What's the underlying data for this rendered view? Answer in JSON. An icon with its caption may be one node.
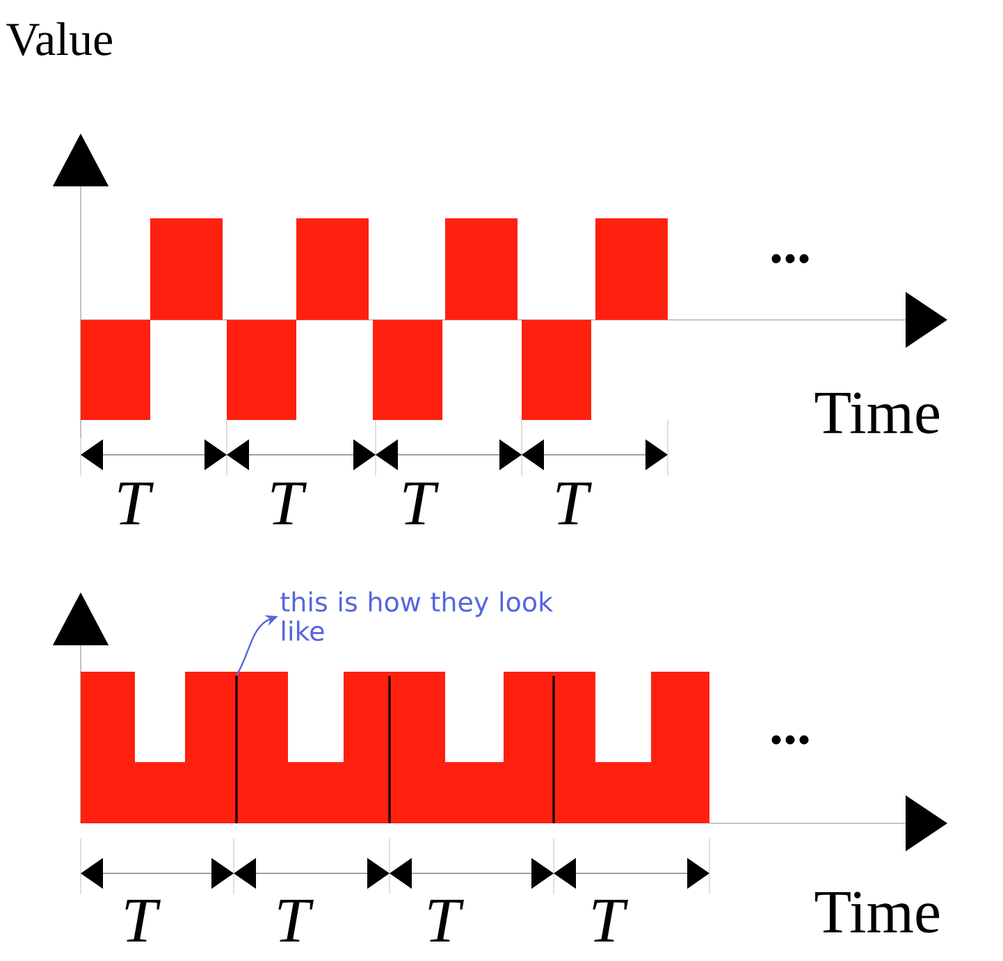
{
  "diagram": {
    "nodes": [
      {
        "text": [
          "this is how they look like"
        ]
      },
      {
        "text": [],
        "shape": "line"
      }
    ],
    "edges": [
      {
        "from": 1,
        "to": 0,
        "arrow": "to",
        "color": "#5566dd"
      }
    ],
    "labels": [
      "Value",
      "...",
      "Time",
      "T",
      "T",
      "T",
      "T",
      "...",
      "T",
      "T",
      "T",
      "T",
      "Time"
    ]
  }
}
